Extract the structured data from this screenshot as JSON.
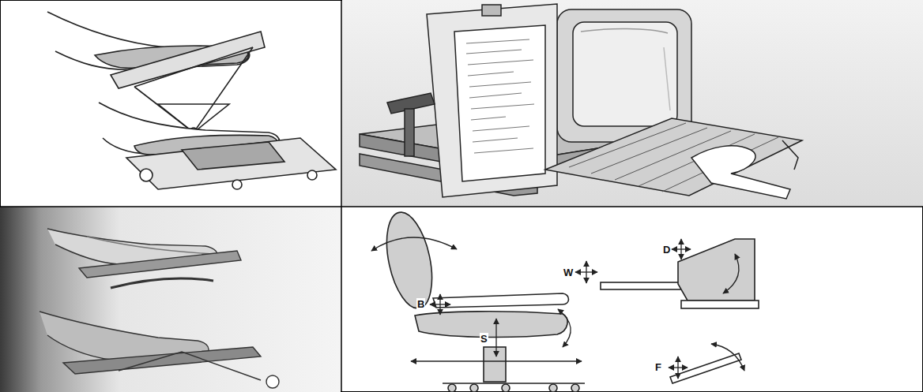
{
  "diagram": {
    "labels": [
      "D",
      "W",
      "B",
      "S",
      "F"
    ]
  }
}
